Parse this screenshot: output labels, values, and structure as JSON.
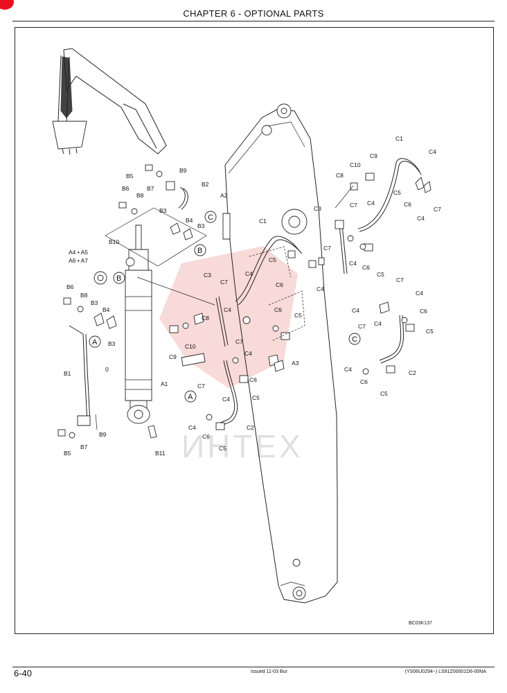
{
  "header": {
    "chapter_title": "CHAPTER 6 - OPTIONAL PARTS"
  },
  "footer": {
    "page_number": "6-40",
    "issued": "Issued 11-03   Bur",
    "serial": "(YS06U0294~)   LS91Z00001D6-00NA"
  },
  "drawing": {
    "reference_code": "BC03K137",
    "watermark_text": "ИНТЕХ",
    "watermark_color": "#e0554f",
    "callout_letters": {
      "a1": "A",
      "a2": "A",
      "b1": "B",
      "b2": "B",
      "c1": "C",
      "c2": "C"
    },
    "labels": {
      "b5_top": "B5",
      "b9_top": "B9",
      "b2": "B2",
      "b6_top": "B6",
      "b7_top": "B7",
      "b8_top": "B8",
      "b3_top1": "B3",
      "b4_top": "B4",
      "b3_top2": "B3",
      "b10": "B10",
      "a4a5": "A4 • A5",
      "a6a7": "A6 • A7",
      "b6_mid": "B6",
      "b8_mid": "B8",
      "b3_mid1": "B3",
      "b4_mid": "B4",
      "b3_mid2": "B3",
      "b1": "B1",
      "zero": "0",
      "b9_bot": "B9",
      "b5_bot": "B5",
      "b7_bot": "B7",
      "b11": "B11",
      "a2": "A2",
      "a1": "A1",
      "a3": "A3",
      "c1_mid": "C1",
      "c5_mid1": "C5",
      "c7_mid1": "C7",
      "c6_mid1": "C6",
      "c4_mid1": "C4",
      "c3_left": "C3",
      "c7_left": "C7",
      "c4_left1": "C4",
      "c4_left2": "C4",
      "c8_left": "C8",
      "c6_left": "C6",
      "c5_left": "C5",
      "c9_left": "C9",
      "c10_left": "C10",
      "c7_low": "C7",
      "c4_low1": "C4",
      "c6_low": "C6",
      "c5_low": "C5",
      "c7_a": "C7",
      "c4_a": "C4",
      "c4_a2": "C4",
      "c6_a": "C6",
      "c5_a": "C5",
      "c2_a": "C2",
      "c1_right": "C1",
      "c9_right": "C9",
      "c10_right": "C10",
      "c8_right": "C8",
      "c4_right1": "C4",
      "c5_right1": "C5",
      "c6_right1": "C6",
      "c4_right2": "C4",
      "c7_right1": "C7",
      "c3_right": "C3",
      "c7_right2": "C7",
      "c4_right3": "C4",
      "c4_right4": "C4",
      "c6_right2": "C6",
      "c5_right2": "C5",
      "c7_right3": "C7",
      "c4_right5": "C4",
      "c6_right3": "C6",
      "c5_right3": "C5",
      "c7_right4": "C7",
      "c4_right6": "C4",
      "c4_right7": "C4",
      "c6_right4": "C6",
      "c5_right4": "C5",
      "c2_right": "C2"
    }
  }
}
